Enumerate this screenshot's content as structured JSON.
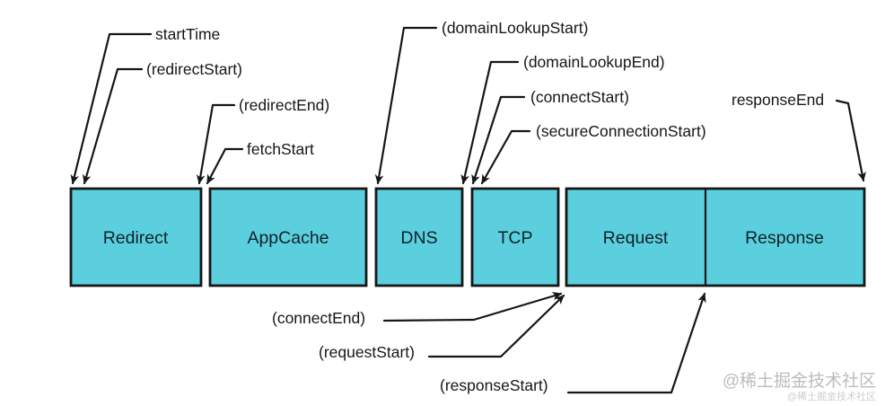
{
  "diagram": {
    "description": "Navigation timing phases diagram",
    "boxes": [
      {
        "label": "Redirect"
      },
      {
        "label": "AppCache"
      },
      {
        "label": "DNS"
      },
      {
        "label": "TCP"
      },
      {
        "label": "Request"
      },
      {
        "label": "Response"
      }
    ],
    "labels": {
      "start_time": "startTime",
      "redirect_start": "(redirectStart)",
      "redirect_end": "(redirectEnd)",
      "fetch_start": "fetchStart",
      "domain_lookup_start": "(domainLookupStart)",
      "domain_lookup_end": "(domainLookupEnd)",
      "connect_start": "(connectStart)",
      "secure_connection_start": "(secureConnectionStart)",
      "response_end": "responseEnd",
      "connect_end": "(connectEnd)",
      "request_start": "(requestStart)",
      "response_start": "(responseStart)"
    },
    "watermark": {
      "primary": "@稀土掘金技术社区",
      "secondary": "@稀土掘金技术社区"
    },
    "colors": {
      "box_fill": "#5bcfde",
      "box_border": "#161616",
      "line": "#161616",
      "text": "#161616",
      "watermark_primary": "#b9bcbe",
      "watermark_secondary": "#cbcecf",
      "background": "#ffffff"
    }
  }
}
